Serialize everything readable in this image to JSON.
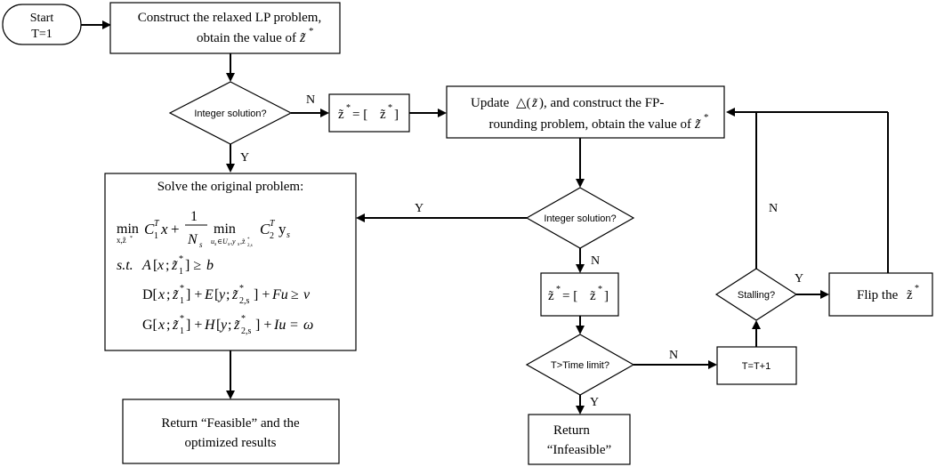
{
  "start": {
    "line1": "Start",
    "line2": "T=1"
  },
  "lp_box": {
    "line1": "Construct the relaxed LP problem,",
    "line2": "obtain the value of"
  },
  "decision1": {
    "label": "Integer solution?",
    "no": "N",
    "yes": "Y"
  },
  "round1": {
    "label": "= ["
  },
  "update_box": {
    "line1a": "Update",
    "line1b": "), and construct the FP-",
    "line2": "rounding problem, obtain the value of"
  },
  "decision2": {
    "label": "Integer solution?",
    "no": "N",
    "yes": "Y"
  },
  "round2": {
    "label": "= ["
  },
  "solve_box": {
    "title": "Solve the original problem:",
    "frac_num": "1",
    "st": "s.t."
  },
  "decision_time": {
    "label": "T>Time limit?",
    "no": "N",
    "yes": "Y"
  },
  "increment_box": {
    "label": "T=T+1"
  },
  "stalling": {
    "label": "Stalling?",
    "yes": "Y",
    "no": "N"
  },
  "flip_box": {
    "label": "Flip the"
  },
  "feasible_box": {
    "line1": "Return “Feasible” and the",
    "line2": "optimized  results"
  },
  "infeasible_box": {
    "line1": "Return",
    "line2": "“Infeasible”"
  }
}
